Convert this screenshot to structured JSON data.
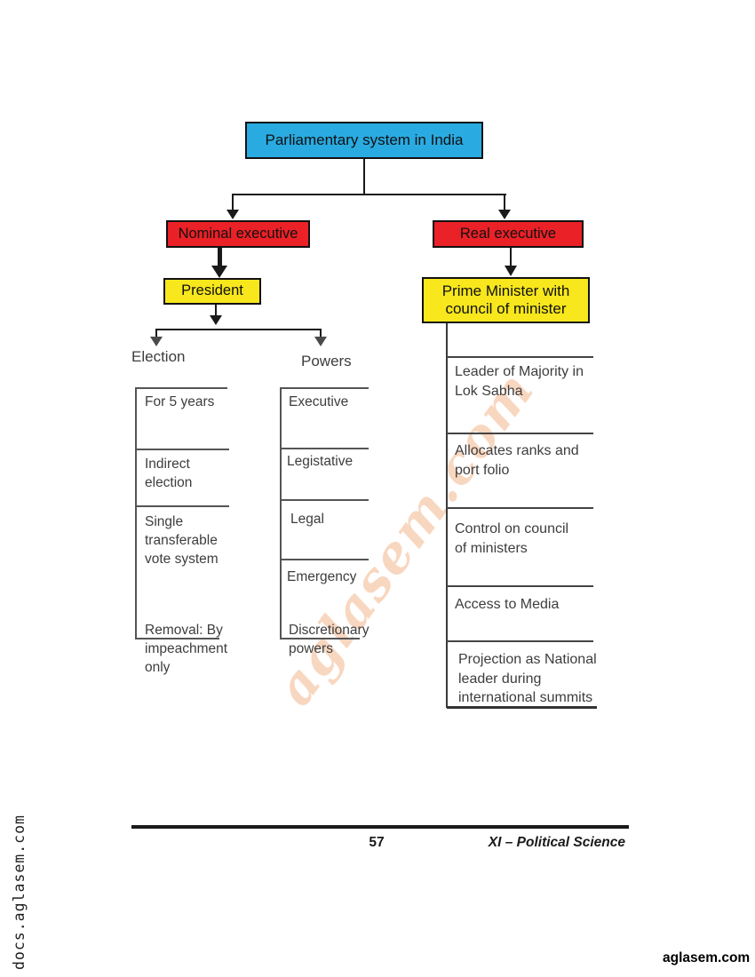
{
  "diagram": {
    "root": {
      "label": "Parliamentary system in India"
    },
    "branches": {
      "nominal": {
        "label": "Nominal executive"
      },
      "real": {
        "label": "Real executive"
      },
      "president": {
        "label": "President"
      },
      "pm": {
        "label": "Prime Minister with\ncouncil of minister"
      }
    },
    "election": {
      "label": "Election",
      "items": [
        "For 5 years",
        "Indirect\n election",
        "Single\ntransferable\nvote system",
        "Removal: By\nimpeachment\nonly"
      ]
    },
    "powers": {
      "label": "Powers",
      "items": [
        "Executive",
        "Legistative",
        "Legal",
        "Emergency",
        "Discretionary\npowers"
      ]
    },
    "pm_functions": {
      "items": [
        "Leader of Majority in\nLok Sabha",
        "Allocates ranks and\nport folio",
        "Control on council\nof ministers",
        "Access to Media",
        "Projection as National\nleader during\ninternational summits"
      ]
    }
  },
  "footer": {
    "page_number": "57",
    "subject": "XI – Political Science",
    "brand": "aglasem.com",
    "side_text": "docs.aglasem.com"
  },
  "watermark": {
    "text": "aglasem.com"
  },
  "colors": {
    "root_fill": "#29abe2",
    "branch_fill": "#ea2127",
    "leaf_fill": "#f7e71c",
    "watermark": "#f2b183"
  }
}
